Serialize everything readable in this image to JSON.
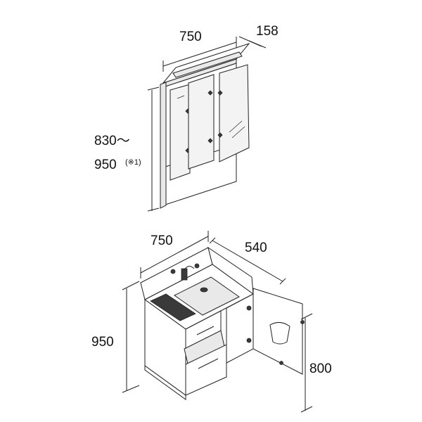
{
  "mirror_cabinet": {
    "width_label": "750",
    "depth_label": "158",
    "height_label_line1": "830～",
    "height_label_line2": "950",
    "height_note": "(※1)"
  },
  "vanity": {
    "width_label": "750",
    "depth_label": "540",
    "height_label": "950",
    "counter_height_label": "800"
  }
}
